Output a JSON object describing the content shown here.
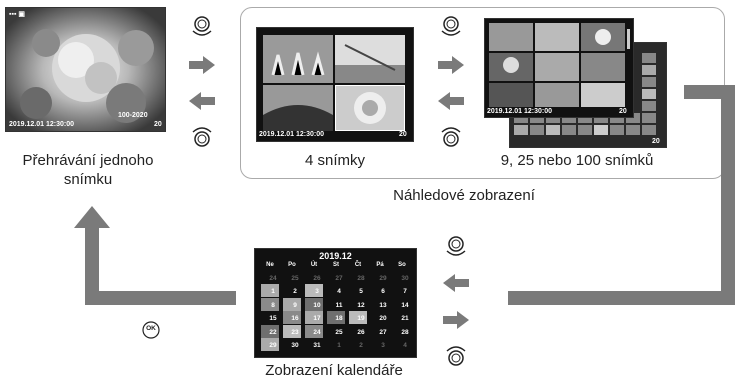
{
  "single": {
    "date": "2019.12.01 12:30:00",
    "counter": "100-2020",
    "index": "20",
    "label": "Přehrávání jednoho snímku"
  },
  "thumbnails": {
    "four": {
      "date": "2019.12.01 12:30:00",
      "index": "20",
      "label": "4 snímky"
    },
    "many": {
      "date": "2019.12.01 12:30:00",
      "index": "20",
      "label": "9, 25 nebo 100 snímků"
    },
    "group_label": "Náhledové zobrazení"
  },
  "calendar": {
    "title": "2019.12",
    "weekdays": [
      "Ne",
      "Po",
      "Út",
      "St",
      "Čt",
      "Pá",
      "So"
    ],
    "prev_days": [
      "24",
      "25",
      "26",
      "27",
      "28",
      "29",
      "30"
    ],
    "days": [
      "1",
      "2",
      "3",
      "4",
      "5",
      "6",
      "7",
      "8",
      "9",
      "10",
      "11",
      "12",
      "13",
      "14",
      "15",
      "16",
      "17",
      "18",
      "19",
      "20",
      "21",
      "22",
      "23",
      "24",
      "25",
      "26",
      "27",
      "28",
      "29",
      "30",
      "31"
    ],
    "next_days": [
      "1",
      "2",
      "3",
      "4"
    ],
    "label": "Zobrazení kalendáře"
  },
  "ok_button": "OK",
  "colors": {
    "arrow": "#7a7a7a",
    "flow_line": "#7a7a7a",
    "box_border": "#aaaaaa"
  }
}
